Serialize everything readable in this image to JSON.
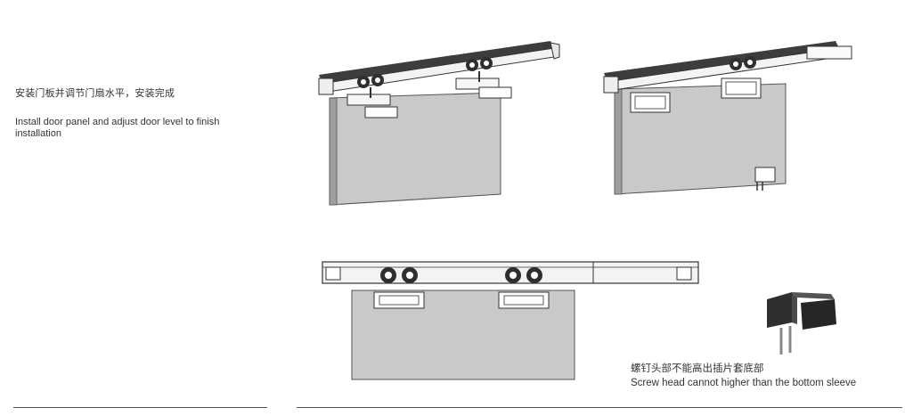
{
  "step": {
    "text_cn": "安装门板并调节门扇水平，安装完成",
    "text_en": "Install door panel  and adjust door level to finish installation"
  },
  "note": {
    "text_cn": "螺钉头部不能高出插片套底部",
    "text_en": "Screw head cannot higher than the bottom sleeve"
  }
}
